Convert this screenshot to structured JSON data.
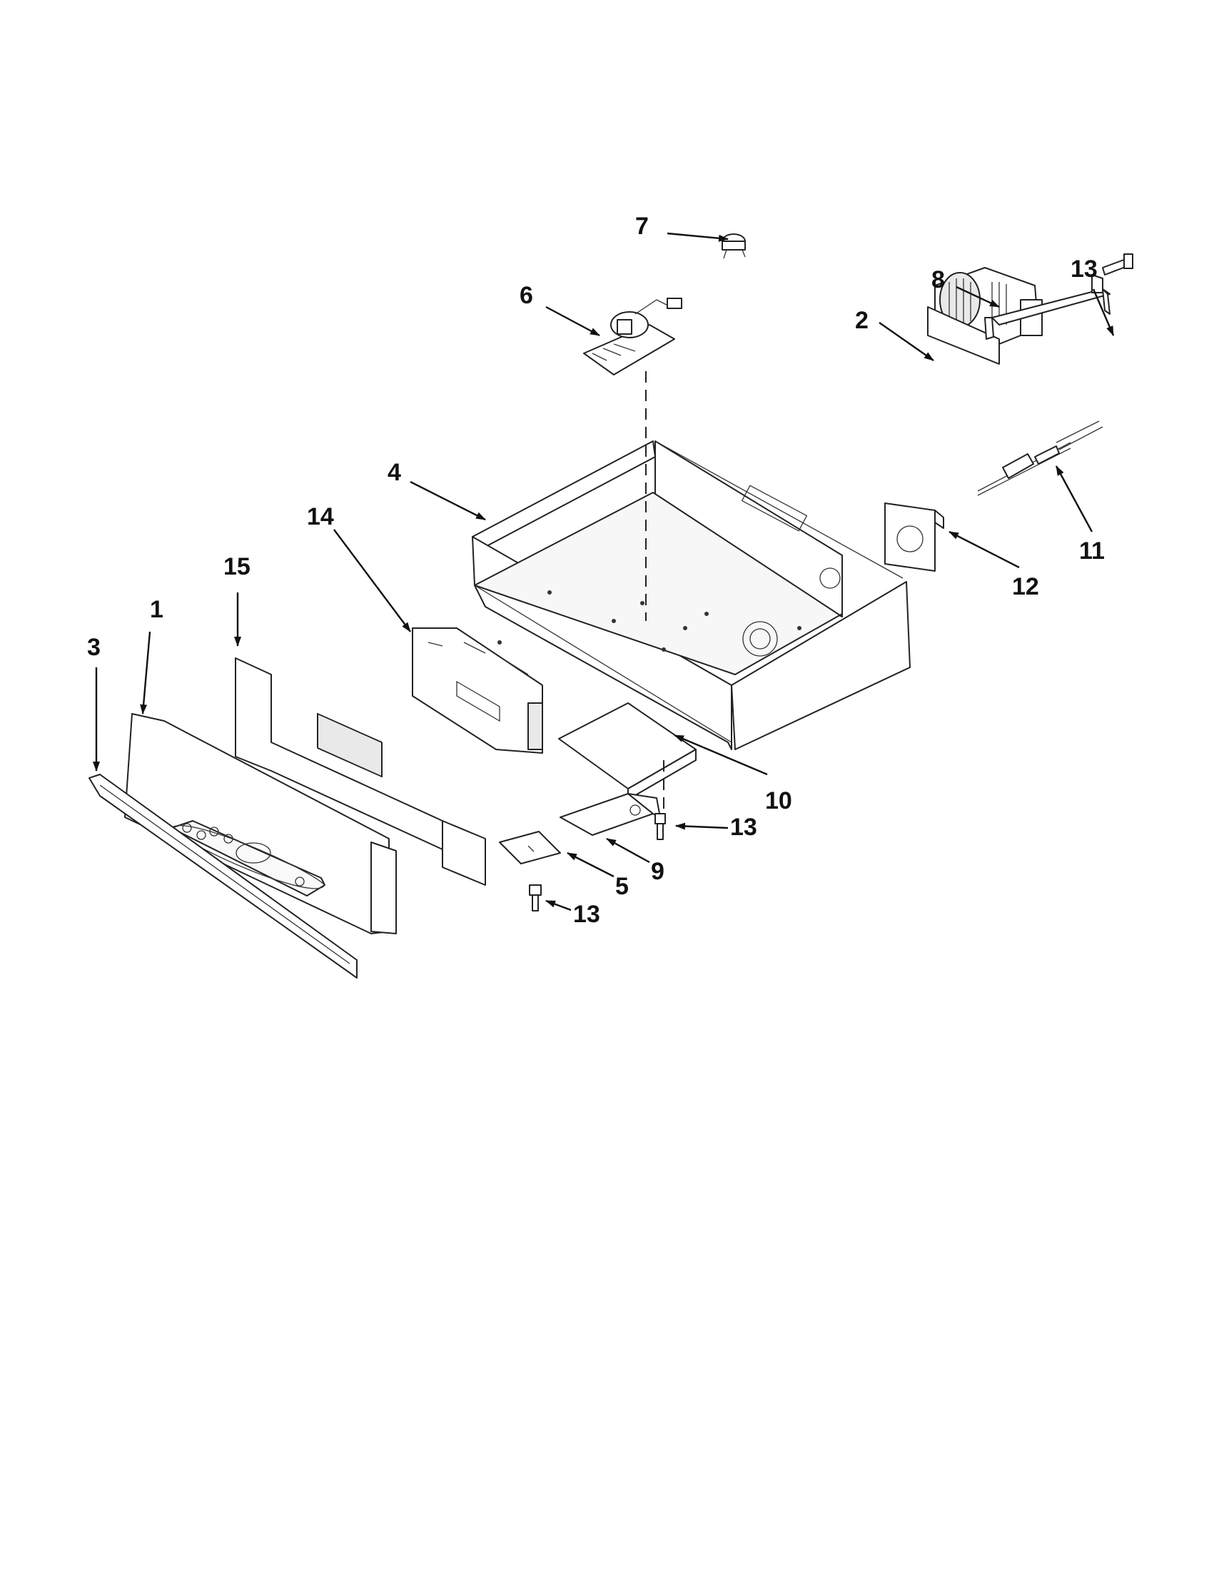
{
  "callouts": {
    "c1": "1",
    "c2": "2",
    "c3": "3",
    "c4": "4",
    "c5": "5",
    "c6": "6",
    "c7": "7",
    "c8": "8",
    "c9": "9",
    "c10": "10",
    "c11": "11",
    "c12": "12",
    "c13a": "13",
    "c13b": "13",
    "c13c": "13",
    "c14": "14",
    "c15": "15"
  },
  "colors": {
    "line": "#222222",
    "shade": "#e9e9e9",
    "background": "#ffffff"
  }
}
